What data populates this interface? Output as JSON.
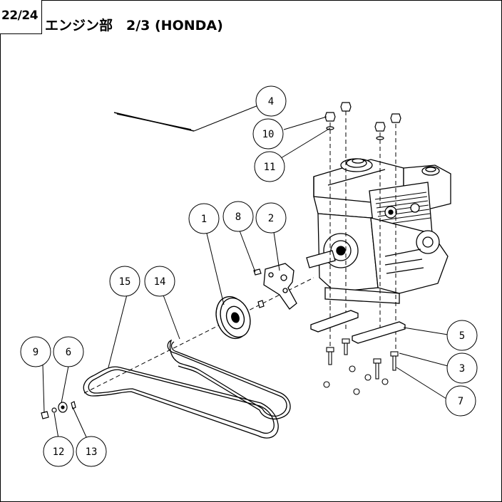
{
  "header": {
    "page_number": "22/24",
    "title": "エンジン部　2/3 (HONDA)"
  },
  "callouts": [
    {
      "id": "c4",
      "label": "4"
    },
    {
      "id": "c10",
      "label": "10"
    },
    {
      "id": "c11",
      "label": "11"
    },
    {
      "id": "c1",
      "label": "1"
    },
    {
      "id": "c8",
      "label": "8"
    },
    {
      "id": "c2",
      "label": "2"
    },
    {
      "id": "c15",
      "label": "15"
    },
    {
      "id": "c14",
      "label": "14"
    },
    {
      "id": "c9",
      "label": "9"
    },
    {
      "id": "c6",
      "label": "6"
    },
    {
      "id": "c12",
      "label": "12"
    },
    {
      "id": "c13",
      "label": "13"
    },
    {
      "id": "c5",
      "label": "5"
    },
    {
      "id": "c3",
      "label": "3"
    },
    {
      "id": "c7",
      "label": "7"
    }
  ]
}
